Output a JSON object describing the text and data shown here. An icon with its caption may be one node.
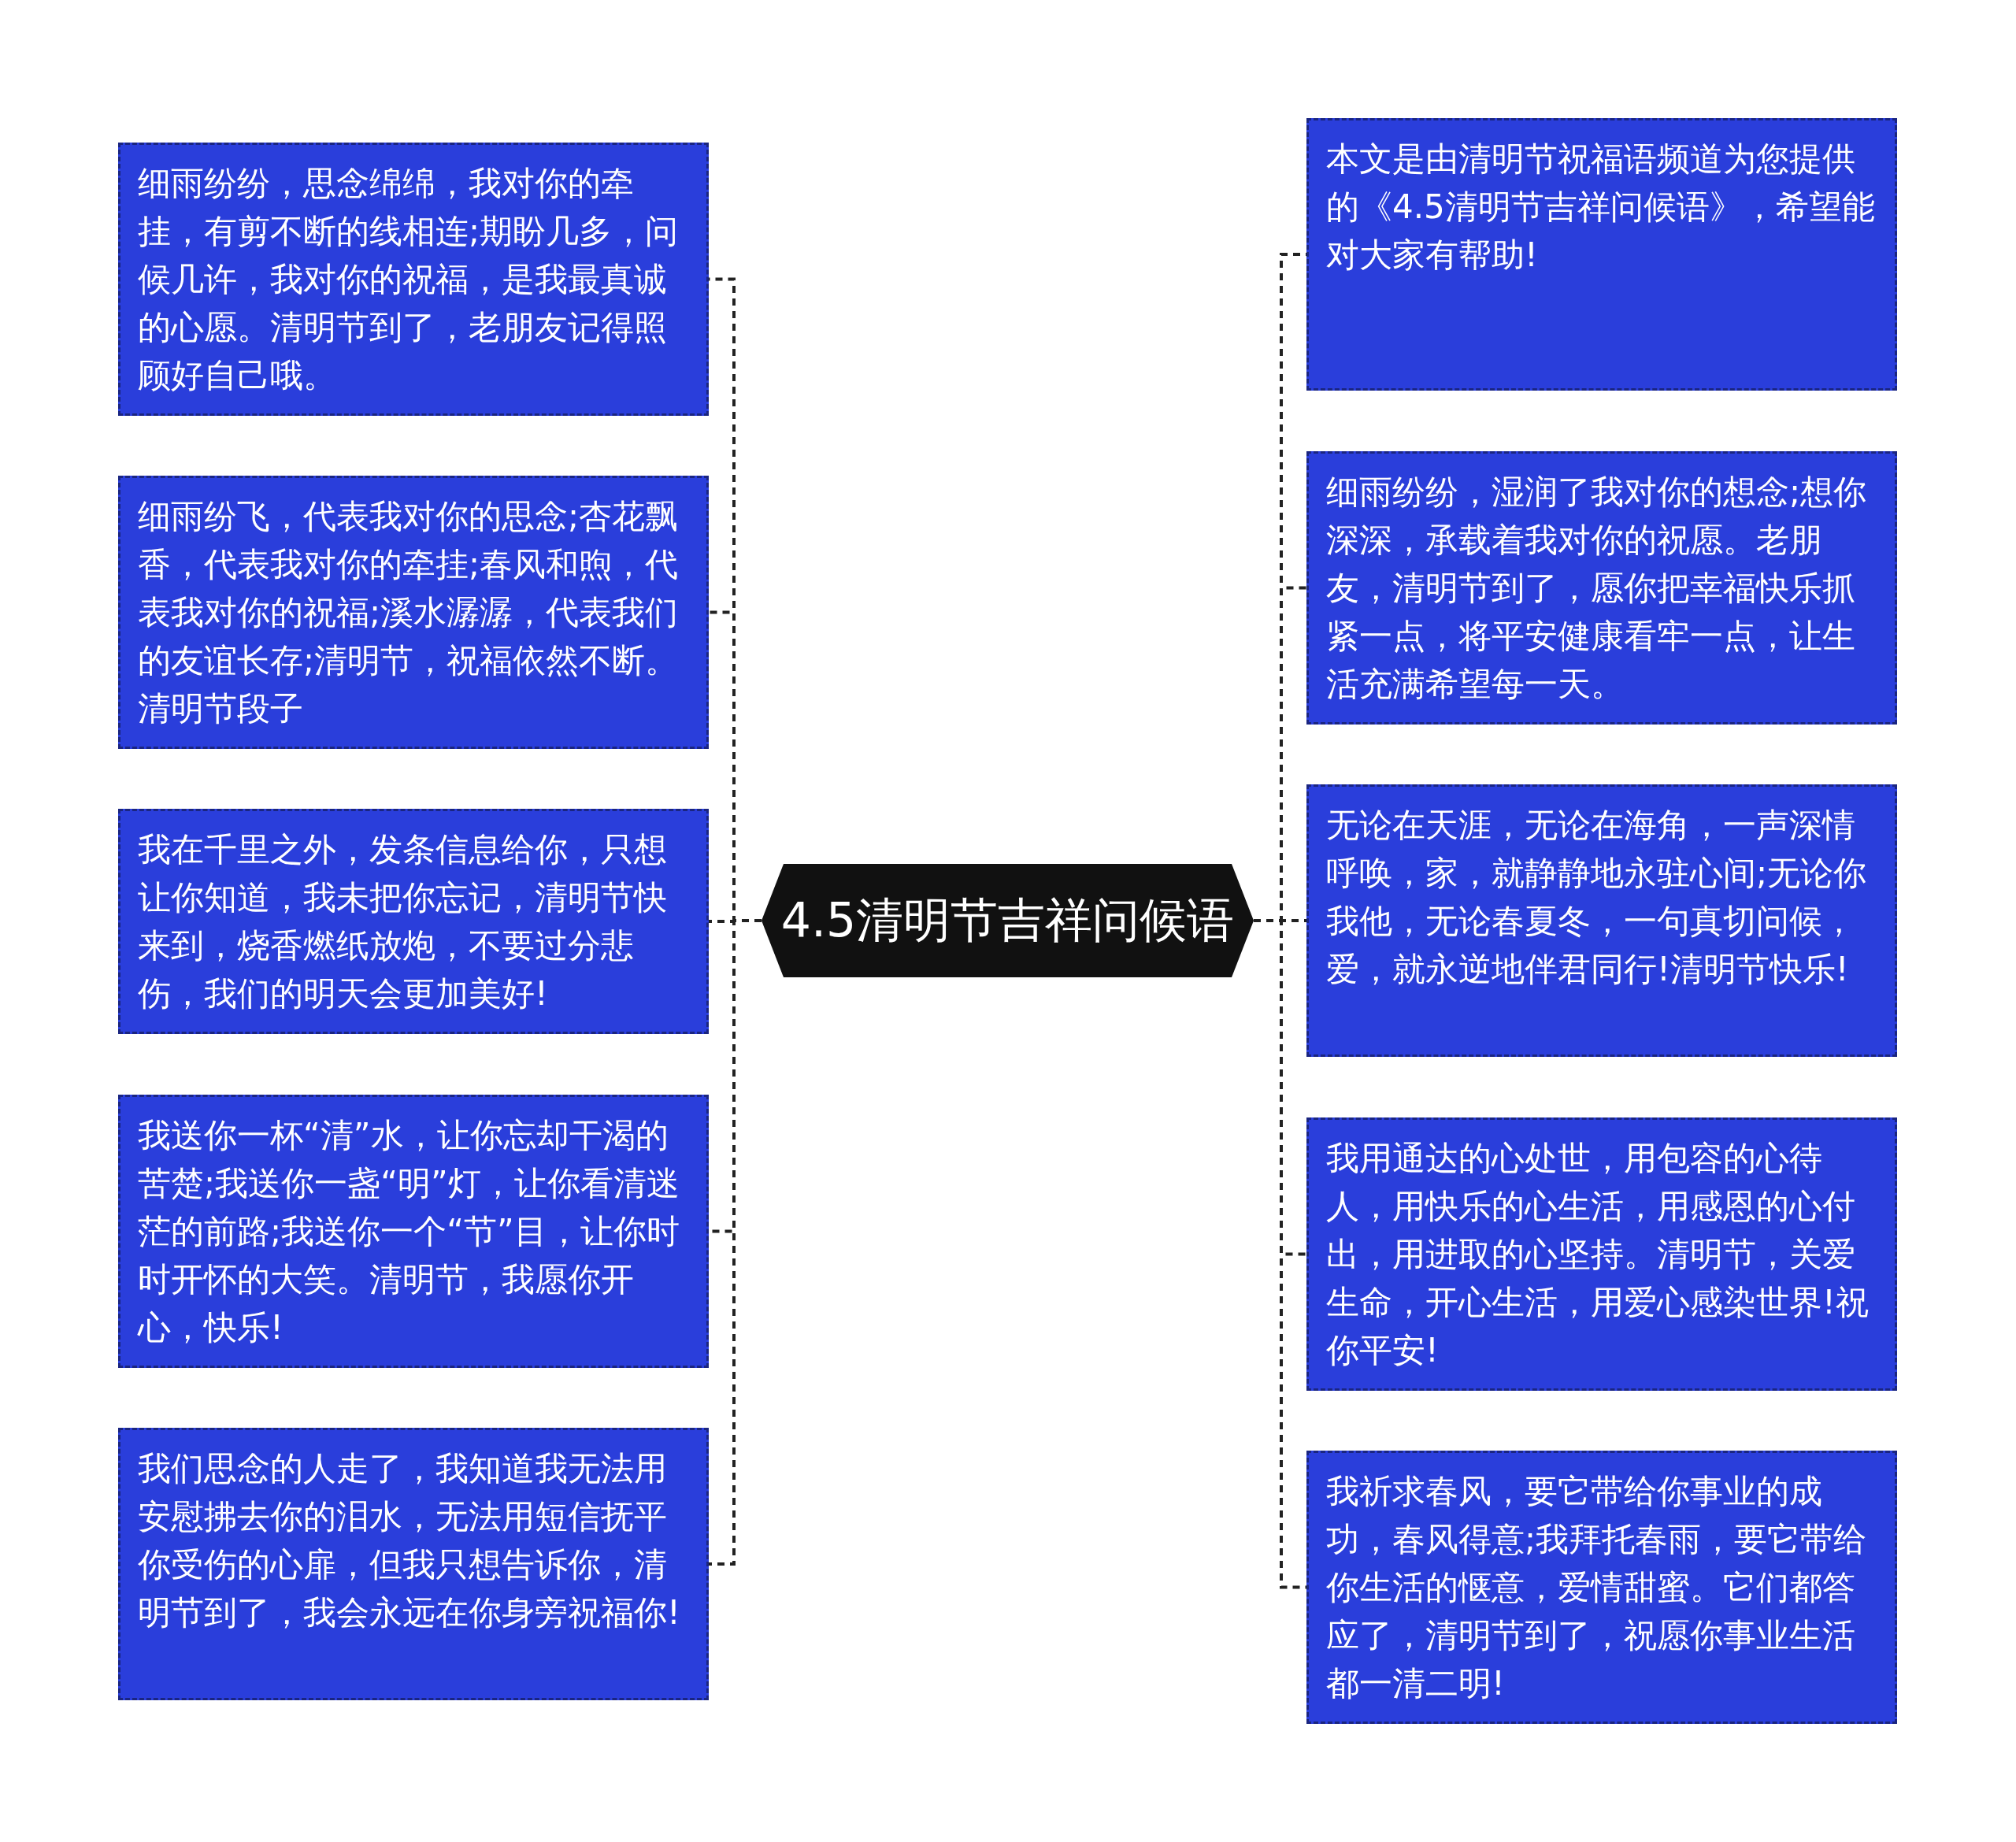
{
  "diagram": {
    "nodes": [
      {
        "text": [
          "4.5清明节吉祥问候语"
        ]
      },
      {
        "text": [
          "细雨纷纷，思念绵绵，我对你的牵挂，有剪不断的线相连;期盼几多，问候几许，我对你的祝福，是我最真诚的心愿。清明节到了，老朋友记得照顾好自己哦。"
        ]
      },
      {
        "text": [
          "细雨纷飞，代表我对你的思念;杏花飘香，代表我对你的牵挂;春风和煦，代表我对你的祝福;溪水潺潺，代表我们的友谊长存;清明节，祝福依然不断。清明节段子"
        ]
      },
      {
        "text": [
          "我在千里之外，发条信息给你，只想让你知道，我未把你忘记，清明节快来到，烧香燃纸放炮，不要过分悲伤，我们的明天会更加美好!"
        ]
      },
      {
        "text": [
          "我送你一杯“清”水，让你忘却干渴的苦楚;我送你一盏“明”灯，让你看清迷茫的前路;我送你一个“节”目，让你时时开怀的大笑。清明节，我愿你开心，快乐!"
        ]
      },
      {
        "text": [
          "我们思念的人走了，我知道我无法用安慰拂去你的泪水，无法用短信抚平你受伤的心扉，但我只想告诉你，清明节到了，我会永远在你身旁祝福你!"
        ]
      },
      {
        "text": [
          "本文是由清明节祝福语频道为您提供的《4.5清明节吉祥问候语》，希望能对大家有帮助!"
        ]
      },
      {
        "text": [
          "细雨纷纷，湿润了我对你的想念;想你深深，承载着我对你的祝愿。老朋友，清明节到了，愿你把幸福快乐抓紧一点，将平安健康看牢一点，让生活充满希望每一天。"
        ]
      },
      {
        "text": [
          "无论在天涯，无论在海角，一声深情呼唤，家，就静静地永驻心间;无论你我他，无论春夏冬，一句真切问候，爱，就永逆地伴君同行!清明节快乐!"
        ]
      },
      {
        "text": [
          "我用通达的心处世，用包容的心待人，用快乐的心生活，用感恩的心付出，用进取的心坚持。清明节，关爱生命，开心生活，用爱心感染世界!祝你平安!"
        ]
      },
      {
        "text": [
          "我祈求春风，要它带给你事业的成功，春风得意;我拜托春雨，要它带给你生活的惬意，爱情甜蜜。它们都答应了，清明节到了，祝愿你事业生活都一清二明!"
        ]
      }
    ],
    "edges": [
      {
        "from": 0,
        "to": 1,
        "arrow": "none",
        "style": "dashed"
      },
      {
        "from": 0,
        "to": 2,
        "arrow": "none",
        "style": "dashed"
      },
      {
        "from": 0,
        "to": 3,
        "arrow": "none",
        "style": "dashed"
      },
      {
        "from": 0,
        "to": 4,
        "arrow": "none",
        "style": "dashed"
      },
      {
        "from": 0,
        "to": 5,
        "arrow": "none",
        "style": "dashed"
      },
      {
        "from": 0,
        "to": 6,
        "arrow": "none",
        "style": "dashed"
      },
      {
        "from": 0,
        "to": 7,
        "arrow": "none",
        "style": "dashed"
      },
      {
        "from": 0,
        "to": 8,
        "arrow": "none",
        "style": "dashed"
      },
      {
        "from": 0,
        "to": 9,
        "arrow": "none",
        "style": "dashed"
      },
      {
        "from": 0,
        "to": 10,
        "arrow": "none",
        "style": "dashed"
      }
    ]
  }
}
